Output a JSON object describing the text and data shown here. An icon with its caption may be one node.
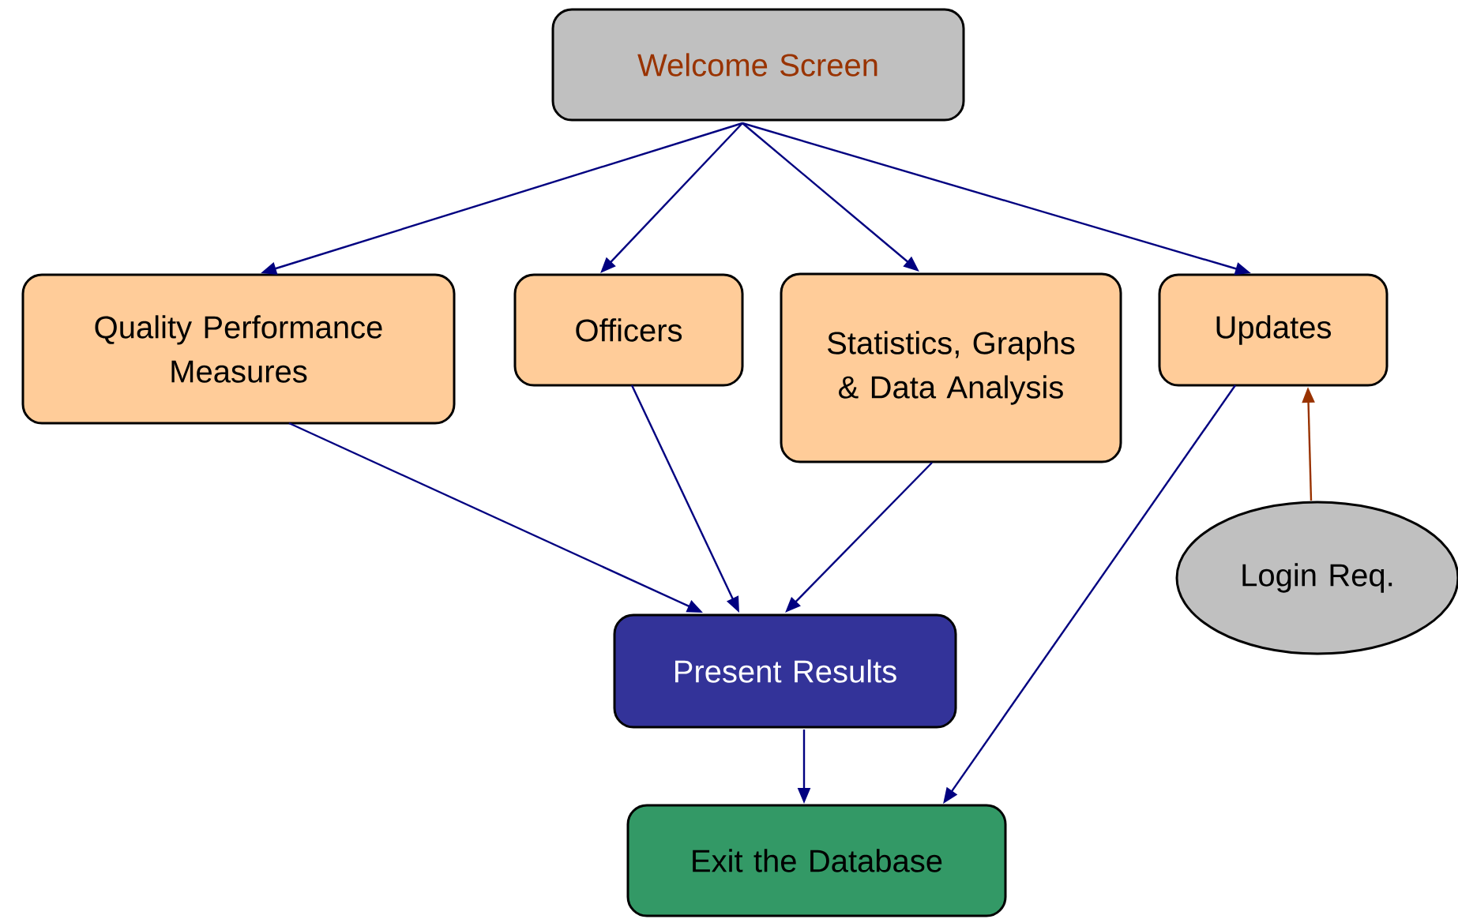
{
  "diagram": {
    "nodes": [
      {
        "text": [
          "Welcome Screen"
        ]
      },
      {
        "text": [
          "Quality Performance Measures"
        ]
      },
      {
        "text": [
          "Officers"
        ]
      },
      {
        "text": [
          "Statistics, Graphs & Data Analysis"
        ]
      },
      {
        "text": [
          "Updates"
        ]
      },
      {
        "text": [
          "Login Req."
        ]
      },
      {
        "text": [
          "Present Results"
        ]
      },
      {
        "text": [
          "Exit the Database"
        ]
      }
    ],
    "edges": [
      {
        "from": 0,
        "to": 1,
        "arrow": "to"
      },
      {
        "from": 0,
        "to": 2,
        "arrow": "to"
      },
      {
        "from": 0,
        "to": 3,
        "arrow": "to"
      },
      {
        "from": 0,
        "to": 4,
        "arrow": "to"
      },
      {
        "from": 1,
        "to": 6,
        "arrow": "to"
      },
      {
        "from": 2,
        "to": 6,
        "arrow": "to"
      },
      {
        "from": 3,
        "to": 6,
        "arrow": "to"
      },
      {
        "from": 6,
        "to": 7,
        "arrow": "to"
      },
      {
        "from": 4,
        "to": 7,
        "arrow": "to"
      },
      {
        "from": 5,
        "to": 4,
        "arrow": "to",
        "color": "#993300"
      }
    ]
  }
}
